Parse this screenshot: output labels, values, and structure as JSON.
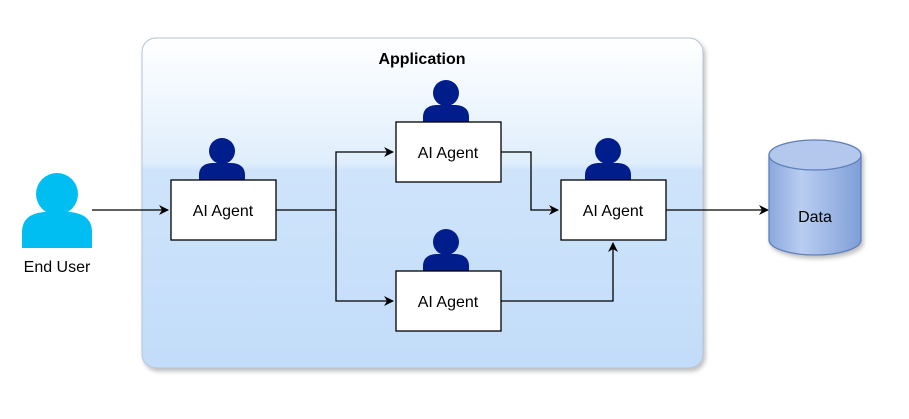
{
  "application": {
    "title": "Application"
  },
  "end_user": {
    "label": "End User",
    "icon": "user-icon",
    "color": "#00bef2"
  },
  "agents": [
    {
      "label": "AI Agent",
      "icon": "user-icon"
    },
    {
      "label": "AI Agent",
      "icon": "user-icon"
    },
    {
      "label": "AI Agent",
      "icon": "user-icon"
    },
    {
      "label": "AI Agent",
      "icon": "user-icon"
    }
  ],
  "agent_icon_color": "#001d8c",
  "data_store": {
    "label": "Data",
    "icon": "database-cylinder-icon",
    "color": "#9fb9e6"
  },
  "container_gradient": [
    "#ffffff",
    "#cce2fb"
  ]
}
